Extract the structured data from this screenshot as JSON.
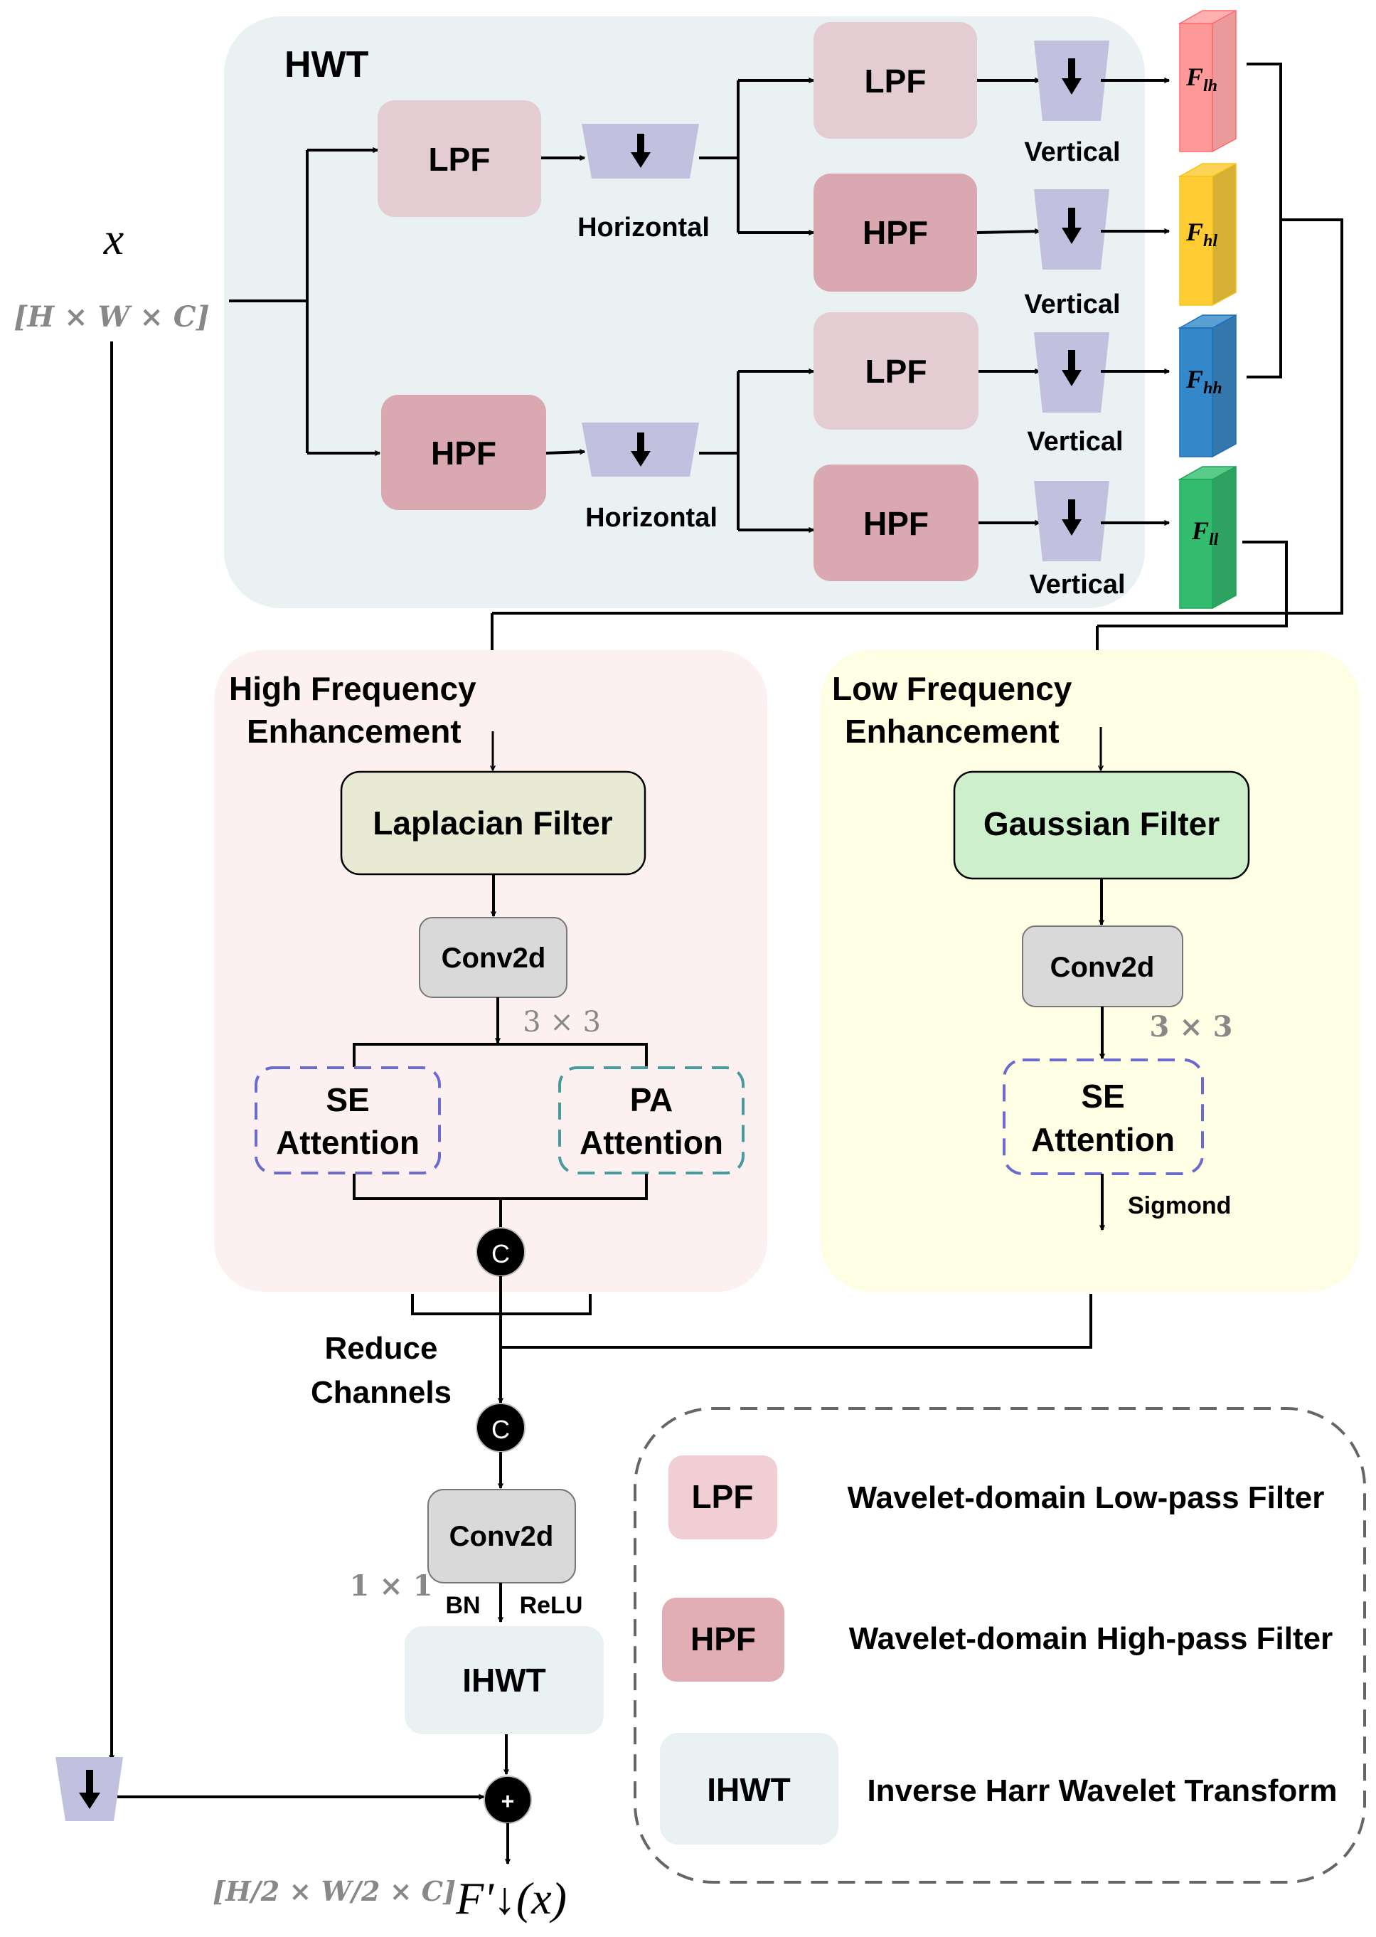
{
  "hwt": {
    "title": "HWT",
    "level1": [
      {
        "filter": "LPF",
        "downsample_label": "Horizontal"
      },
      {
        "filter": "HPF",
        "downsample_label": "Horizontal"
      }
    ],
    "level2": [
      {
        "filter": "LPF",
        "downsample_label": "Vertical",
        "output": "F",
        "output_sub": "lh",
        "color": "#FF9999"
      },
      {
        "filter": "HPF",
        "downsample_label": "Vertical",
        "output": "F",
        "output_sub": "hl",
        "color": "#FFCC33"
      },
      {
        "filter": "LPF",
        "downsample_label": "Vertical",
        "output": "F",
        "output_sub": "hh",
        "color": "#3388CC"
      },
      {
        "filter": "HPF",
        "downsample_label": "Vertical",
        "output": "F",
        "output_sub": "ll",
        "color": "#33BB6E"
      }
    ]
  },
  "input": {
    "symbol": "x",
    "shape": "[H × W × C]"
  },
  "high_freq": {
    "title_line1": "High Frequency",
    "title_line2": "Enhancement",
    "filter": "Laplacian Filter",
    "conv": "Conv2d",
    "kernel": "3 × 3",
    "attn_left_line1": "SE",
    "attn_left_line2": "Attention",
    "attn_right_line1": "PA",
    "attn_right_line2": "Attention",
    "concat": "C"
  },
  "low_freq": {
    "title_line1": "Low Frequency",
    "title_line2": "Enhancement",
    "filter": "Gaussian Filter",
    "conv": "Conv2d",
    "kernel": "3 × 3",
    "attn_line1": "SE",
    "attn_line2": "Attention",
    "activation": "Sigmond"
  },
  "fusion": {
    "reduce_line1": "Reduce",
    "reduce_line2": "Channels",
    "concat": "C",
    "conv": "Conv2d",
    "kernel": "1 × 1",
    "bn": "BN",
    "relu": "ReLU",
    "ihwt": "IHWT",
    "add": "+",
    "output_shape": "[H/2 × W/2 × C]",
    "output_symbol": "F'↓(x)"
  },
  "legend": {
    "items": [
      {
        "key": "LPF",
        "desc": "Wavelet-domain Low-pass Filter",
        "color": "#F0CED4"
      },
      {
        "key": "HPF",
        "desc": "Wavelet-domain High-pass Filter",
        "color": "#E2AEB6"
      },
      {
        "key": "IHWT",
        "desc": "Inverse Harr Wavelet Transform",
        "color": "#E9F1F3"
      }
    ]
  },
  "colors": {
    "hwt_bg": "#E9F1F3",
    "lpf": "#E3CDD3",
    "hpf": "#D9A8B0",
    "downsample": "#C1C1DF",
    "hf_bg": "#FDF0F1",
    "lf_bg": "#FEFEE5",
    "laplacian": "#E8EAD3",
    "gaussian": "#CDEFCB",
    "conv": "#D9D9D9",
    "se_border": "#6B6BCF",
    "pa_border": "#459B9D"
  }
}
